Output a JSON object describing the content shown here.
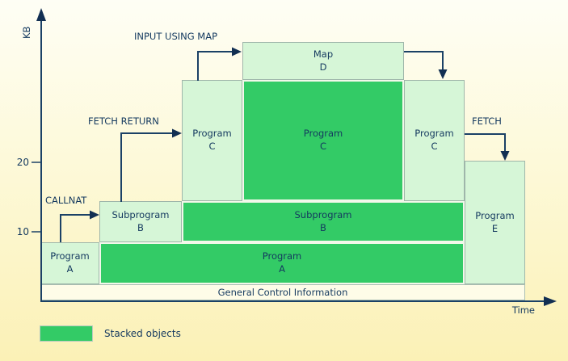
{
  "axes": {
    "y_label": "KB",
    "x_label": "Time",
    "ticks": [
      "20",
      "10"
    ]
  },
  "blocks": {
    "map_d": {
      "title": "Map",
      "letter": "D"
    },
    "program_c_left": {
      "title": "Program",
      "letter": "C"
    },
    "program_c_center": {
      "title": "Program",
      "letter": "C"
    },
    "program_c_right": {
      "title": "Program",
      "letter": "C"
    },
    "subprogram_b_light": {
      "title": "Subprogram",
      "letter": "B"
    },
    "subprogram_b_dark": {
      "title": "Subprogram",
      "letter": "B"
    },
    "program_a_light": {
      "title": "Program",
      "letter": "A"
    },
    "program_a_dark": {
      "title": "Program",
      "letter": "A"
    },
    "program_e": {
      "title": "Program",
      "letter": "E"
    },
    "general_strip": {
      "label": "General Control Information"
    }
  },
  "annotations": {
    "callnat": "CALLNAT",
    "fetch_return": "FETCH RETURN",
    "input_using_map": "INPUT USING MAP",
    "fetch": "FETCH"
  },
  "legend": {
    "label": "Stacked objects"
  },
  "colors": {
    "stacked_green": "#33cb66",
    "object_light_green": "#d6f6d7",
    "text_navy": "#14395f",
    "line_navy": "#1b4166",
    "background_yellow": "#fbf1b6"
  }
}
